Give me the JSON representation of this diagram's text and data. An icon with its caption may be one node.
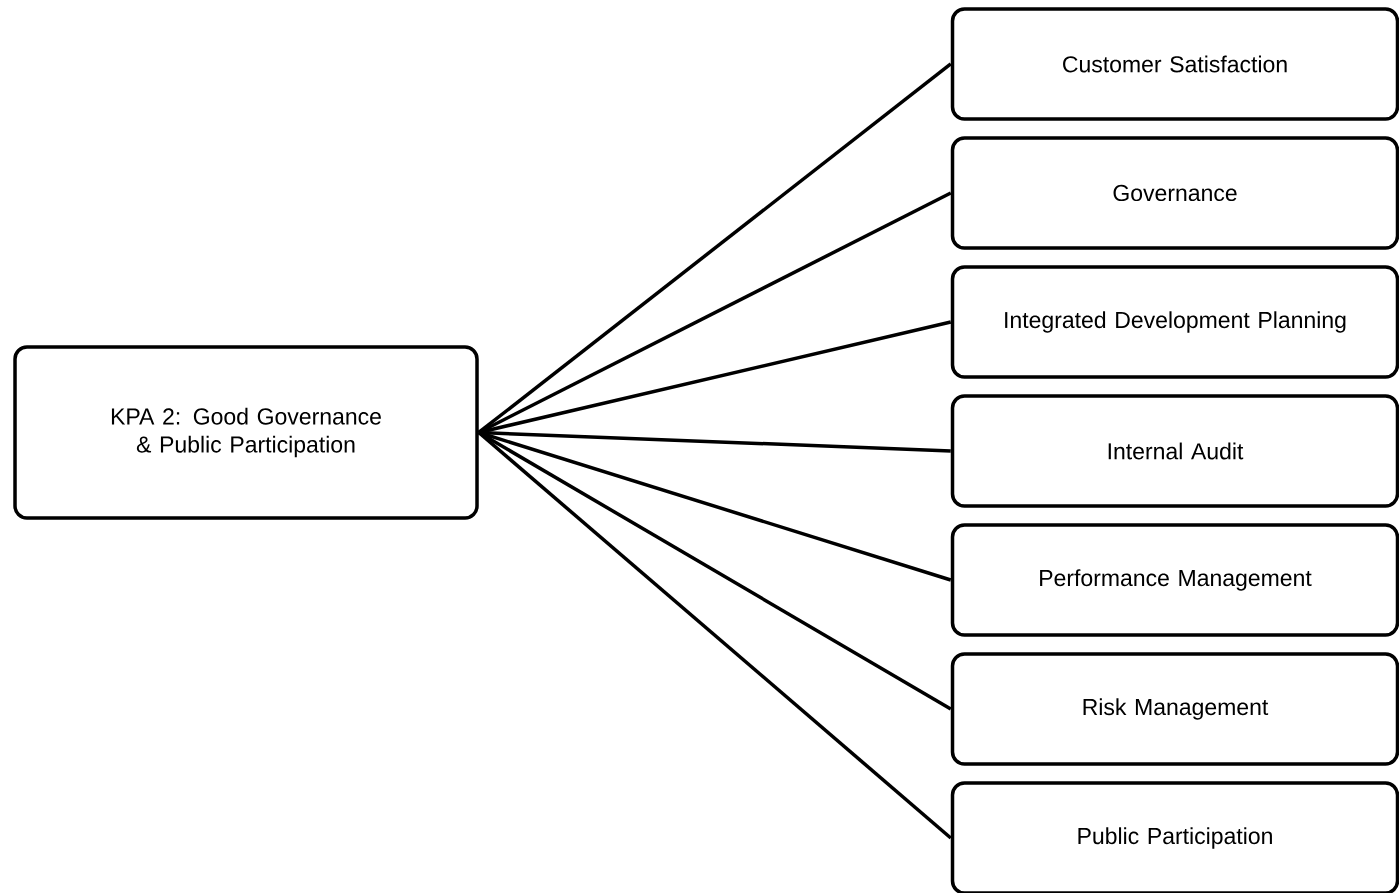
{
  "diagram": {
    "nodes": [
      {
        "text": [
          "KPA 2: Good Governance & Public Participation"
        ]
      },
      {
        "text": [
          "Customer Satisfaction"
        ]
      },
      {
        "text": [
          "Governance"
        ]
      },
      {
        "text": [
          "Integrated Development Planning"
        ]
      },
      {
        "text": [
          "Internal Audit"
        ]
      },
      {
        "text": [
          "Performance Management"
        ]
      },
      {
        "text": [
          "Risk Management"
        ]
      },
      {
        "text": [
          "Public Participation"
        ]
      }
    ],
    "edges": [
      {
        "from": 0,
        "to": 1,
        "arrow": "none"
      },
      {
        "from": 0,
        "to": 2,
        "arrow": "none"
      },
      {
        "from": 0,
        "to": 3,
        "arrow": "none"
      },
      {
        "from": 0,
        "to": 4,
        "arrow": "none"
      },
      {
        "from": 0,
        "to": 5,
        "arrow": "none"
      },
      {
        "from": 0,
        "to": 6,
        "arrow": "none"
      },
      {
        "from": 0,
        "to": 7,
        "arrow": "none"
      }
    ]
  }
}
